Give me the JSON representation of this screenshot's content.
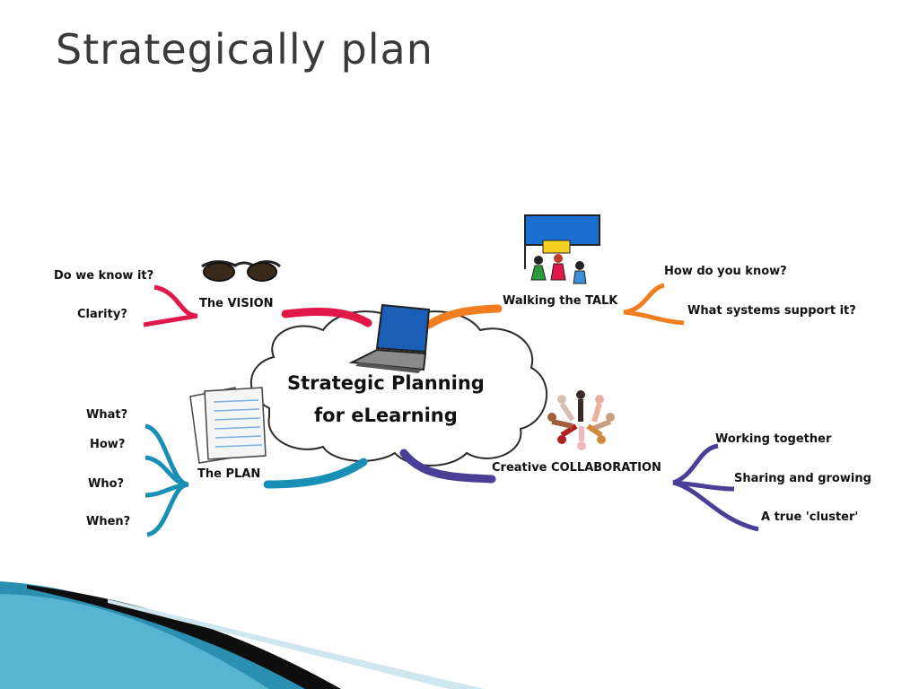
{
  "title": "Strategically plan",
  "central": {
    "line1": "Strategic Planning",
    "line2": "for eLearning"
  },
  "branches": {
    "vision": {
      "label": "The VISION",
      "color": "#e0184a",
      "leaves": [
        "Do we know it?",
        "Clarity?"
      ]
    },
    "talk": {
      "label": "Walking the TALK",
      "color": "#f07d1e",
      "leaves": [
        "How do you know?",
        "What systems support it?"
      ]
    },
    "plan": {
      "label": "The PLAN",
      "color": "#1a8fb5",
      "leaves": [
        "What?",
        "How?",
        "Who?",
        "When?"
      ]
    },
    "collab": {
      "label": "Creative COLLABORATION",
      "color": "#4a3f97",
      "leaves": [
        "Working together",
        "Sharing and growing",
        "A true 'cluster'"
      ]
    }
  },
  "icons": [
    "sunglasses-icon",
    "laptop-icon",
    "flag-people-icon",
    "document-stack-icon",
    "people-circle-icon"
  ]
}
